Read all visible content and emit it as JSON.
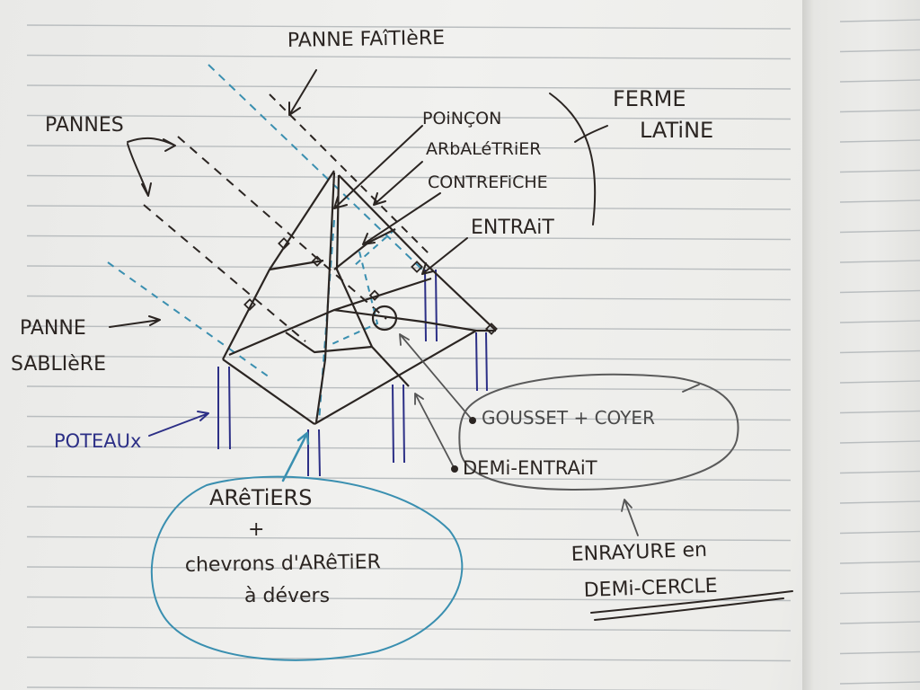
{
  "labels": {
    "panne_faitiere": "PANNE FAîTIèRE",
    "pannes": "PANNES",
    "panne_sabliere_line1": "PANNE",
    "panne_sabliere_line2": "SABLIèRE",
    "poteaux": "POTEAUx",
    "poincon": "POiNÇON",
    "arbaletrier": "ARbALéTRiER",
    "contrefiche": "CONTREFiCHE",
    "entrait": "ENTRAiT",
    "ferme_line1": "FERME",
    "ferme_line2": "LATiNE",
    "gousset_coyer": "GOUSSET + COYER",
    "demi_entrait": "DEMi-ENTRAiT",
    "enrayure_line1": "ENRAYURE en",
    "enrayure_line2": "DEMi-CERCLE",
    "aretiers_line1": "ARêTiERS",
    "aretiers_plus": "+",
    "aretiers_line2": "chevrons d'ARêTiER",
    "aretiers_line3": "à dévers"
  },
  "colors": {
    "ink_black": "#2b2522",
    "ink_blue": "#2c2f86",
    "ink_cyan": "#3a8fb0",
    "pencil_gray": "#555555",
    "ruled_line": "#b9bdbf"
  }
}
